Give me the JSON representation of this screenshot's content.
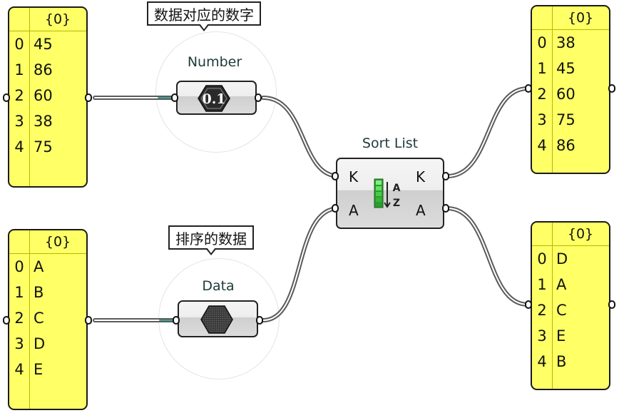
{
  "panels": {
    "values_input": {
      "header": "{0}",
      "rows": [
        {
          "index": "0",
          "value": "45"
        },
        {
          "index": "1",
          "value": "86"
        },
        {
          "index": "2",
          "value": "60"
        },
        {
          "index": "3",
          "value": "38"
        },
        {
          "index": "4",
          "value": "75"
        }
      ]
    },
    "data_input": {
      "header": "{0}",
      "rows": [
        {
          "index": "0",
          "value": "A"
        },
        {
          "index": "1",
          "value": "B"
        },
        {
          "index": "2",
          "value": "C"
        },
        {
          "index": "3",
          "value": "D"
        },
        {
          "index": "4",
          "value": "E"
        }
      ]
    },
    "sorted_values": {
      "header": "{0}",
      "rows": [
        {
          "index": "0",
          "value": "38"
        },
        {
          "index": "1",
          "value": "45"
        },
        {
          "index": "2",
          "value": "60"
        },
        {
          "index": "3",
          "value": "75"
        },
        {
          "index": "4",
          "value": "86"
        }
      ]
    },
    "sorted_data": {
      "header": "{0}",
      "rows": [
        {
          "index": "0",
          "value": "D"
        },
        {
          "index": "1",
          "value": "A"
        },
        {
          "index": "2",
          "value": "C"
        },
        {
          "index": "3",
          "value": "E"
        },
        {
          "index": "4",
          "value": "B"
        }
      ]
    }
  },
  "components": {
    "number": {
      "label": "Number",
      "icon_text": "0.1",
      "tooltip": "数据对应的数字"
    },
    "data": {
      "label": "Data",
      "tooltip": "排序的数据"
    },
    "sort_list": {
      "label": "Sort List",
      "input_k": "K",
      "input_a": "A",
      "output_k": "K",
      "output_a": "A",
      "icon_top": "A",
      "icon_bottom": "Z"
    }
  },
  "colors": {
    "panel_fill": "#ffff66",
    "wire": "#5a5a5a",
    "wire_highlight": "#3aa39a",
    "icon_green": "#3cd23c"
  }
}
